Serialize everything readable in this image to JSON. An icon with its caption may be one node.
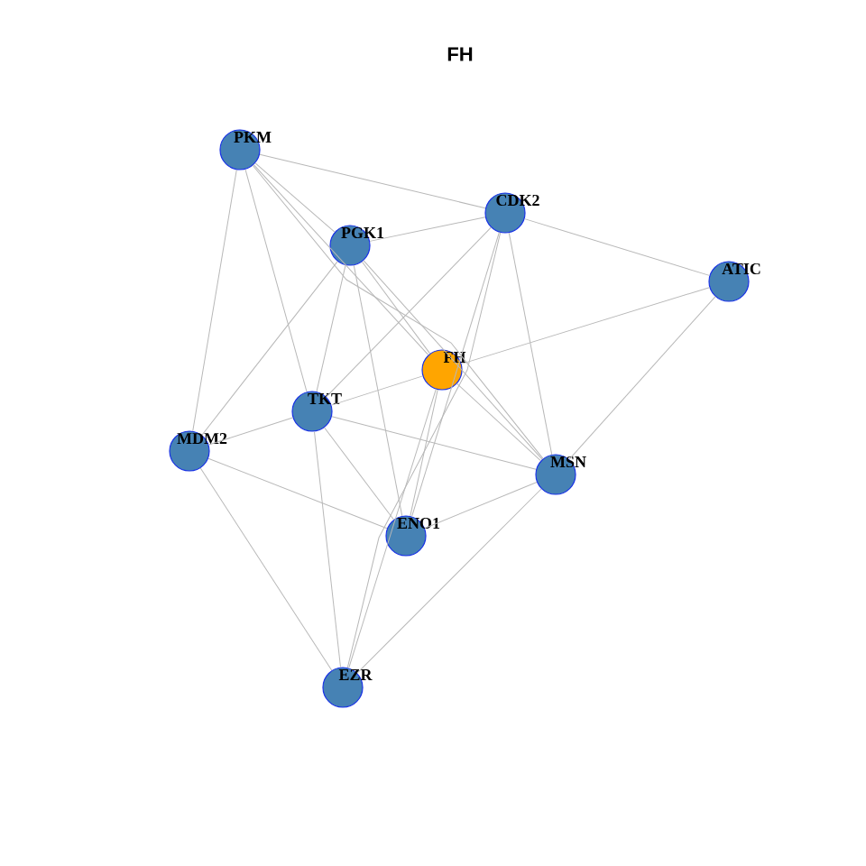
{
  "diagram": {
    "title": "FH",
    "nodes": [
      {
        "text": [
          "PKM"
        ]
      },
      {
        "text": [
          "PGK1"
        ]
      },
      {
        "text": [
          "CDK2"
        ]
      },
      {
        "text": [
          "ATIC"
        ]
      },
      {
        "text": [
          "FH"
        ]
      },
      {
        "text": [
          "TKT"
        ]
      },
      {
        "text": [
          "MDM2"
        ]
      },
      {
        "text": [
          "MSN"
        ]
      },
      {
        "text": [
          "ENO1"
        ]
      },
      {
        "text": [
          "EZR"
        ]
      }
    ],
    "edges": [
      {
        "from": 0,
        "to": 2,
        "arrow": "none"
      },
      {
        "from": 0,
        "to": 6,
        "arrow": "none"
      },
      {
        "from": 0,
        "to": 5,
        "arrow": "none"
      },
      {
        "from": 0,
        "to": 1,
        "arrow": "none"
      },
      {
        "from": 0,
        "to": 4,
        "arrow": "none"
      },
      {
        "from": 0,
        "to": 7,
        "arrow": "none"
      },
      {
        "from": 1,
        "to": 2,
        "arrow": "none"
      },
      {
        "from": 1,
        "to": 6,
        "arrow": "none"
      },
      {
        "from": 1,
        "to": 5,
        "arrow": "none"
      },
      {
        "from": 1,
        "to": 8,
        "arrow": "none"
      },
      {
        "from": 1,
        "to": 4,
        "arrow": "none"
      },
      {
        "from": 1,
        "to": 7,
        "arrow": "none"
      },
      {
        "from": 2,
        "to": 3,
        "arrow": "none"
      },
      {
        "from": 2,
        "to": 5,
        "arrow": "none"
      },
      {
        "from": 2,
        "to": 7,
        "arrow": "none"
      },
      {
        "from": 2,
        "to": 8,
        "arrow": "none"
      },
      {
        "from": 2,
        "to": 9,
        "arrow": "none"
      },
      {
        "from": 3,
        "to": 4,
        "arrow": "none"
      },
      {
        "from": 3,
        "to": 7,
        "arrow": "none"
      },
      {
        "from": 4,
        "to": 5,
        "arrow": "none"
      },
      {
        "from": 4,
        "to": 7,
        "arrow": "none"
      },
      {
        "from": 4,
        "to": 8,
        "arrow": "none"
      },
      {
        "from": 4,
        "to": 9,
        "arrow": "none"
      },
      {
        "from": 5,
        "to": 6,
        "arrow": "none"
      },
      {
        "from": 5,
        "to": 7,
        "arrow": "none"
      },
      {
        "from": 5,
        "to": 8,
        "arrow": "none"
      },
      {
        "from": 5,
        "to": 9,
        "arrow": "none"
      },
      {
        "from": 6,
        "to": 8,
        "arrow": "none"
      },
      {
        "from": 6,
        "to": 9,
        "arrow": "none"
      },
      {
        "from": 7,
        "to": 8,
        "arrow": "none"
      },
      {
        "from": 7,
        "to": 9,
        "arrow": "none"
      }
    ]
  }
}
